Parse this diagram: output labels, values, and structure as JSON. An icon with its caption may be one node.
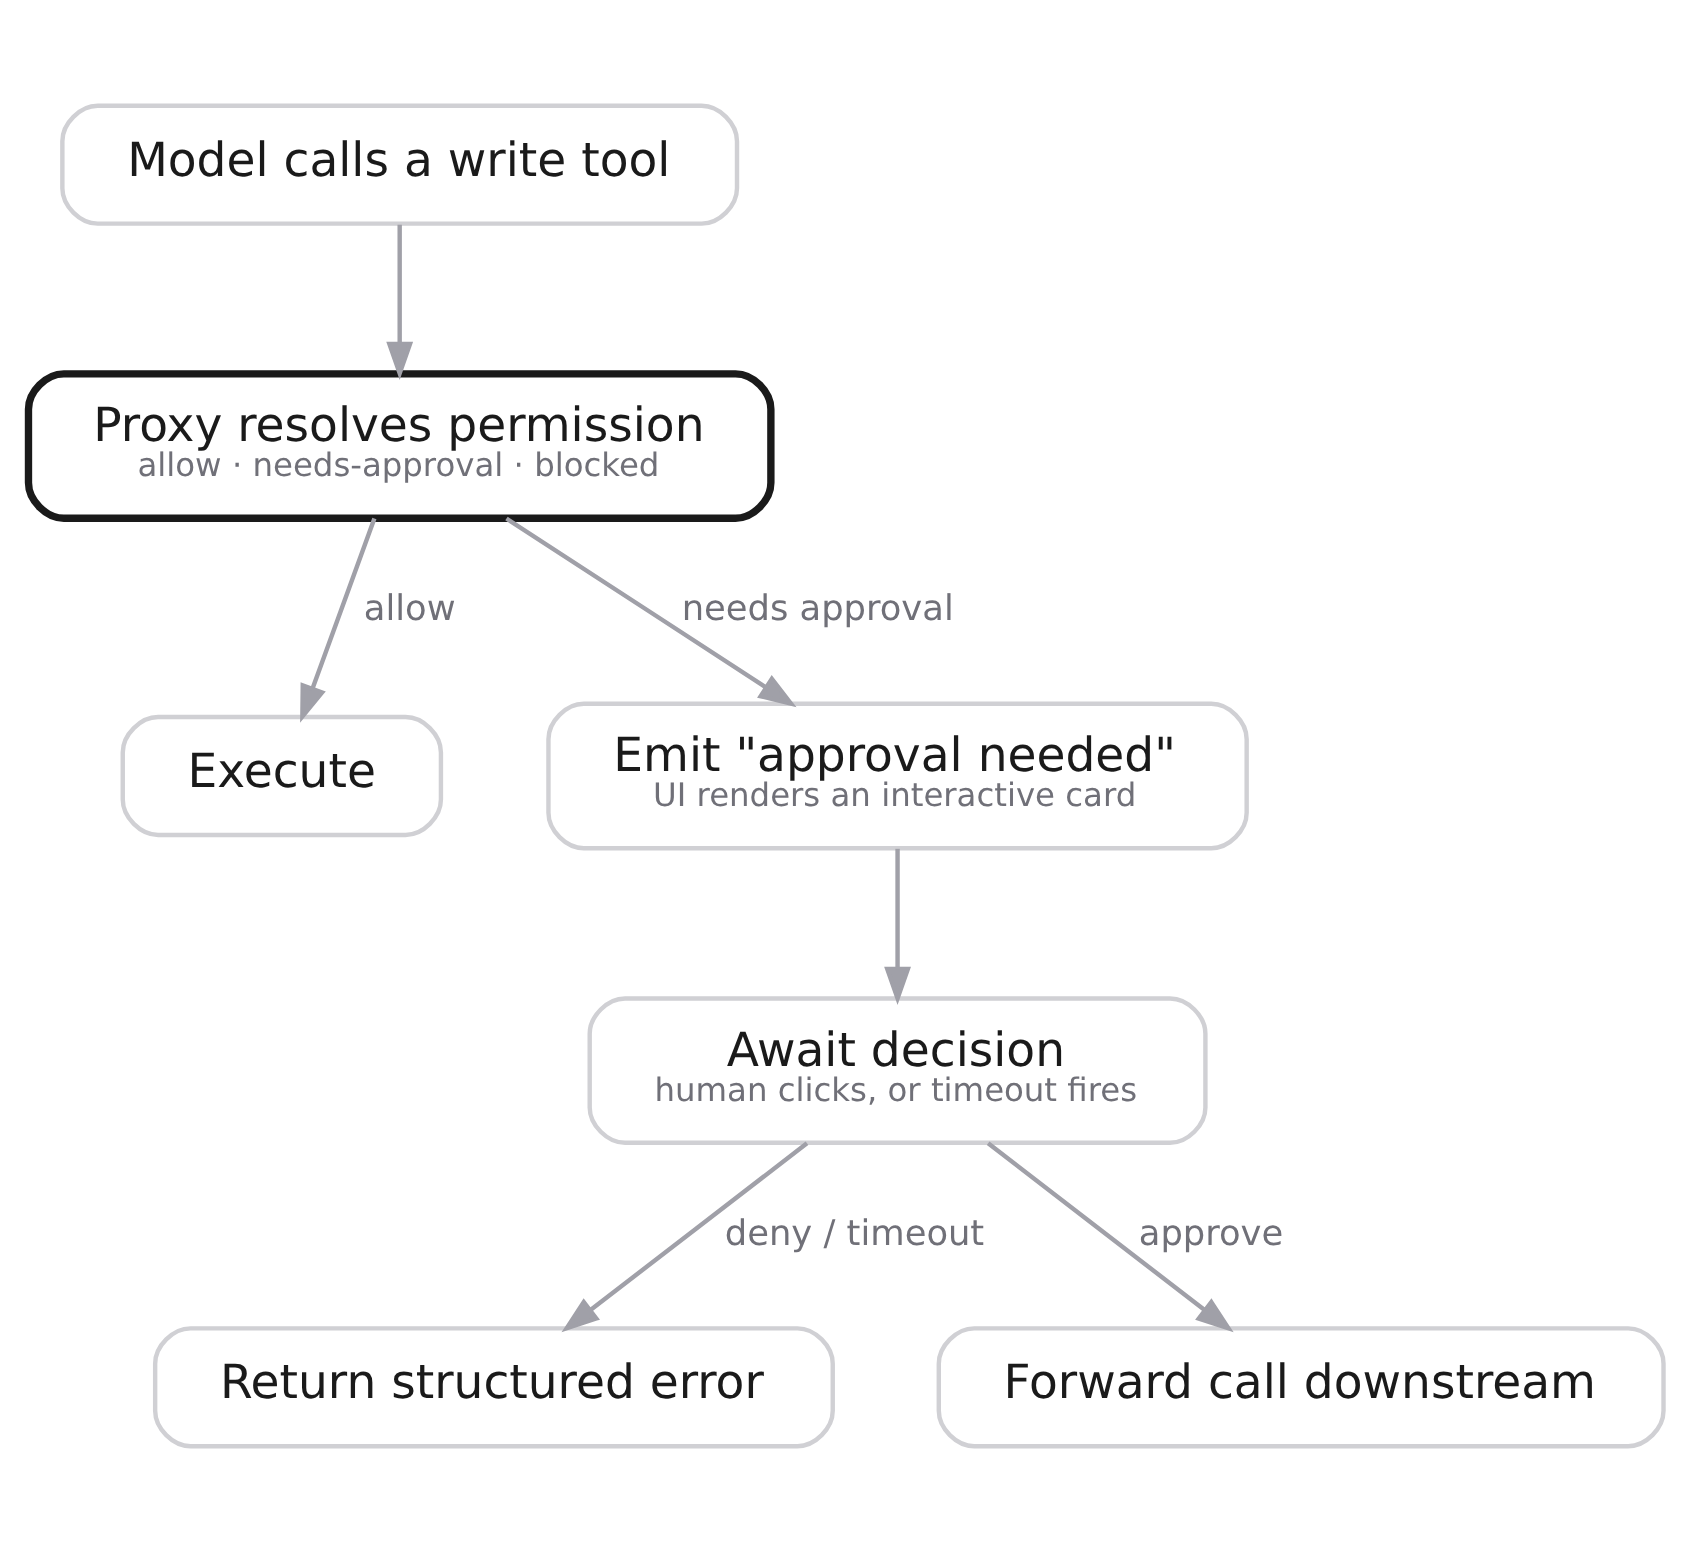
{
  "diagram": {
    "nodes": [
      {
        "text": [
          "Model calls a write tool"
        ]
      },
      {
        "text": [
          "Proxy resolves permission",
          "allow · needs-approval · blocked"
        ]
      },
      {
        "text": [
          "Execute"
        ]
      },
      {
        "text": [
          "Emit \"approval needed\"",
          "UI renders an interactive card"
        ]
      },
      {
        "text": [
          "Await decision",
          "human clicks, or timeout fires"
        ]
      },
      {
        "text": [
          "Return structured error"
        ]
      },
      {
        "text": [
          "Forward call downstream"
        ]
      }
    ],
    "edges": [
      {
        "from": 0,
        "to": 1,
        "arrow": "to"
      },
      {
        "from": 1,
        "to": 2,
        "arrow": "to",
        "label": "allow"
      },
      {
        "from": 1,
        "to": 3,
        "arrow": "to",
        "label": "needs approval"
      },
      {
        "from": 3,
        "to": 4,
        "arrow": "to"
      },
      {
        "from": 4,
        "to": 5,
        "arrow": "to",
        "label": "deny / timeout"
      },
      {
        "from": 4,
        "to": 6,
        "arrow": "to",
        "label": "approve"
      }
    ]
  }
}
